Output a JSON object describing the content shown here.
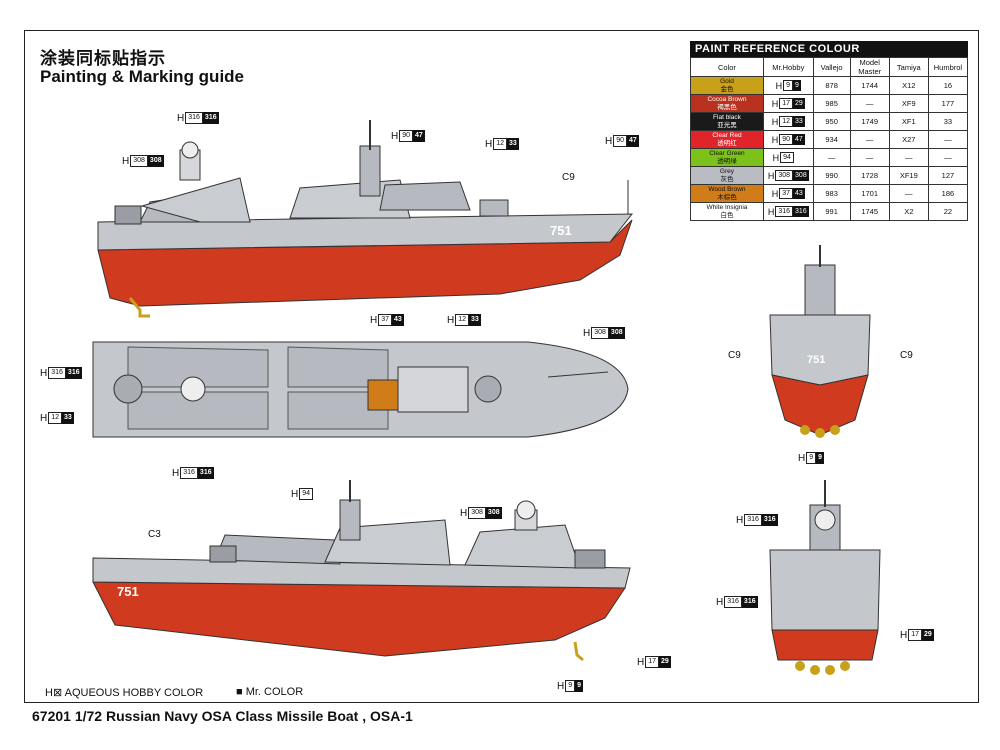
{
  "header": {
    "title_cn": "涂装同标贴指示",
    "title_en": "Painting & Marking guide"
  },
  "paint_table": {
    "heading": "PAINT  REFERENCE COLOUR",
    "columns": [
      "Color",
      "Mr.Hobby",
      "Vallejo",
      "Model Master",
      "Tamiya",
      "Humbrol"
    ],
    "rows": [
      {
        "name": "Gold",
        "name_cn": "金色",
        "swatch": "#c9a01a",
        "h1": "9",
        "h2": "9",
        "vallejo": "878",
        "mm": "1744",
        "tamiya": "X12",
        "humbrol": "16"
      },
      {
        "name": "Cocoa Brown",
        "name_cn": "褐黑色",
        "swatch": "#b8321f",
        "h1": "17",
        "h2": "29",
        "vallejo": "985",
        "mm": "—",
        "tamiya": "XF9",
        "humbrol": "177"
      },
      {
        "name": "Flat black",
        "name_cn": "亚光黑",
        "swatch": "#1a1a1a",
        "h1": "12",
        "h2": "33",
        "vallejo": "950",
        "mm": "1749",
        "tamiya": "XF1",
        "humbrol": "33"
      },
      {
        "name": "Clear Red",
        "name_cn": "透明红",
        "swatch": "#e0242a",
        "h1": "90",
        "h2": "47",
        "vallejo": "934",
        "mm": "—",
        "tamiya": "X27",
        "humbrol": "—"
      },
      {
        "name": "Clear Green",
        "name_cn": "透明绿",
        "swatch": "#7cc21a",
        "h1": "94",
        "h2": "",
        "vallejo": "—",
        "mm": "—",
        "tamiya": "—",
        "humbrol": "—"
      },
      {
        "name": "Grey",
        "name_cn": "灰色",
        "swatch": "#b9bcc2",
        "h1": "308",
        "h2": "308",
        "vallejo": "990",
        "mm": "1728",
        "tamiya": "XF19",
        "humbrol": "127"
      },
      {
        "name": "Wood Brown",
        "name_cn": "木棕色",
        "swatch": "#cf7c19",
        "h1": "37",
        "h2": "43",
        "vallejo": "983",
        "mm": "1701",
        "tamiya": "—",
        "humbrol": "186"
      },
      {
        "name": "White Insignia",
        "name_cn": "白色",
        "swatch": "#ffffff",
        "h1": "316",
        "h2": "316",
        "vallejo": "991",
        "mm": "1745",
        "tamiya": "X2",
        "humbrol": "22"
      }
    ]
  },
  "callouts": {
    "side_top": [
      {
        "h1": "316",
        "h2": "316"
      },
      {
        "h1": "308",
        "h2": "308"
      },
      {
        "h1": "90",
        "h2": "47"
      },
      {
        "h1": "12",
        "h2": "33"
      },
      {
        "h1": "90",
        "h2": "47"
      }
    ],
    "plan": [
      {
        "h1": "37",
        "h2": "43"
      },
      {
        "h1": "12",
        "h2": "33"
      },
      {
        "h1": "308",
        "h2": "308"
      },
      {
        "h1": "316",
        "h2": "316"
      },
      {
        "h1": "12",
        "h2": "33"
      },
      {
        "h1": "316",
        "h2": "316"
      }
    ],
    "side_bottom": [
      {
        "h1": "94",
        "h2": ""
      },
      {
        "h1": "308",
        "h2": "308"
      },
      {
        "h1": "17",
        "h2": "29"
      },
      {
        "h1": "9",
        "h2": "9"
      }
    ],
    "front": [
      {
        "h1": "9",
        "h2": "9"
      }
    ],
    "rear": [
      {
        "h1": "316",
        "h2": "316"
      },
      {
        "h1": "316",
        "h2": "316"
      },
      {
        "h1": "17",
        "h2": "29"
      }
    ]
  },
  "decals": {
    "c9": "C9",
    "c3": "C3",
    "hull_number": "751"
  },
  "legend": {
    "aqueous": "H⊠ AQUEOUS HOBBY COLOR",
    "mr": "■ Mr. COLOR"
  },
  "footer": "67201 1/72  Russian Navy OSA Class Missile Boat , OSA-1"
}
